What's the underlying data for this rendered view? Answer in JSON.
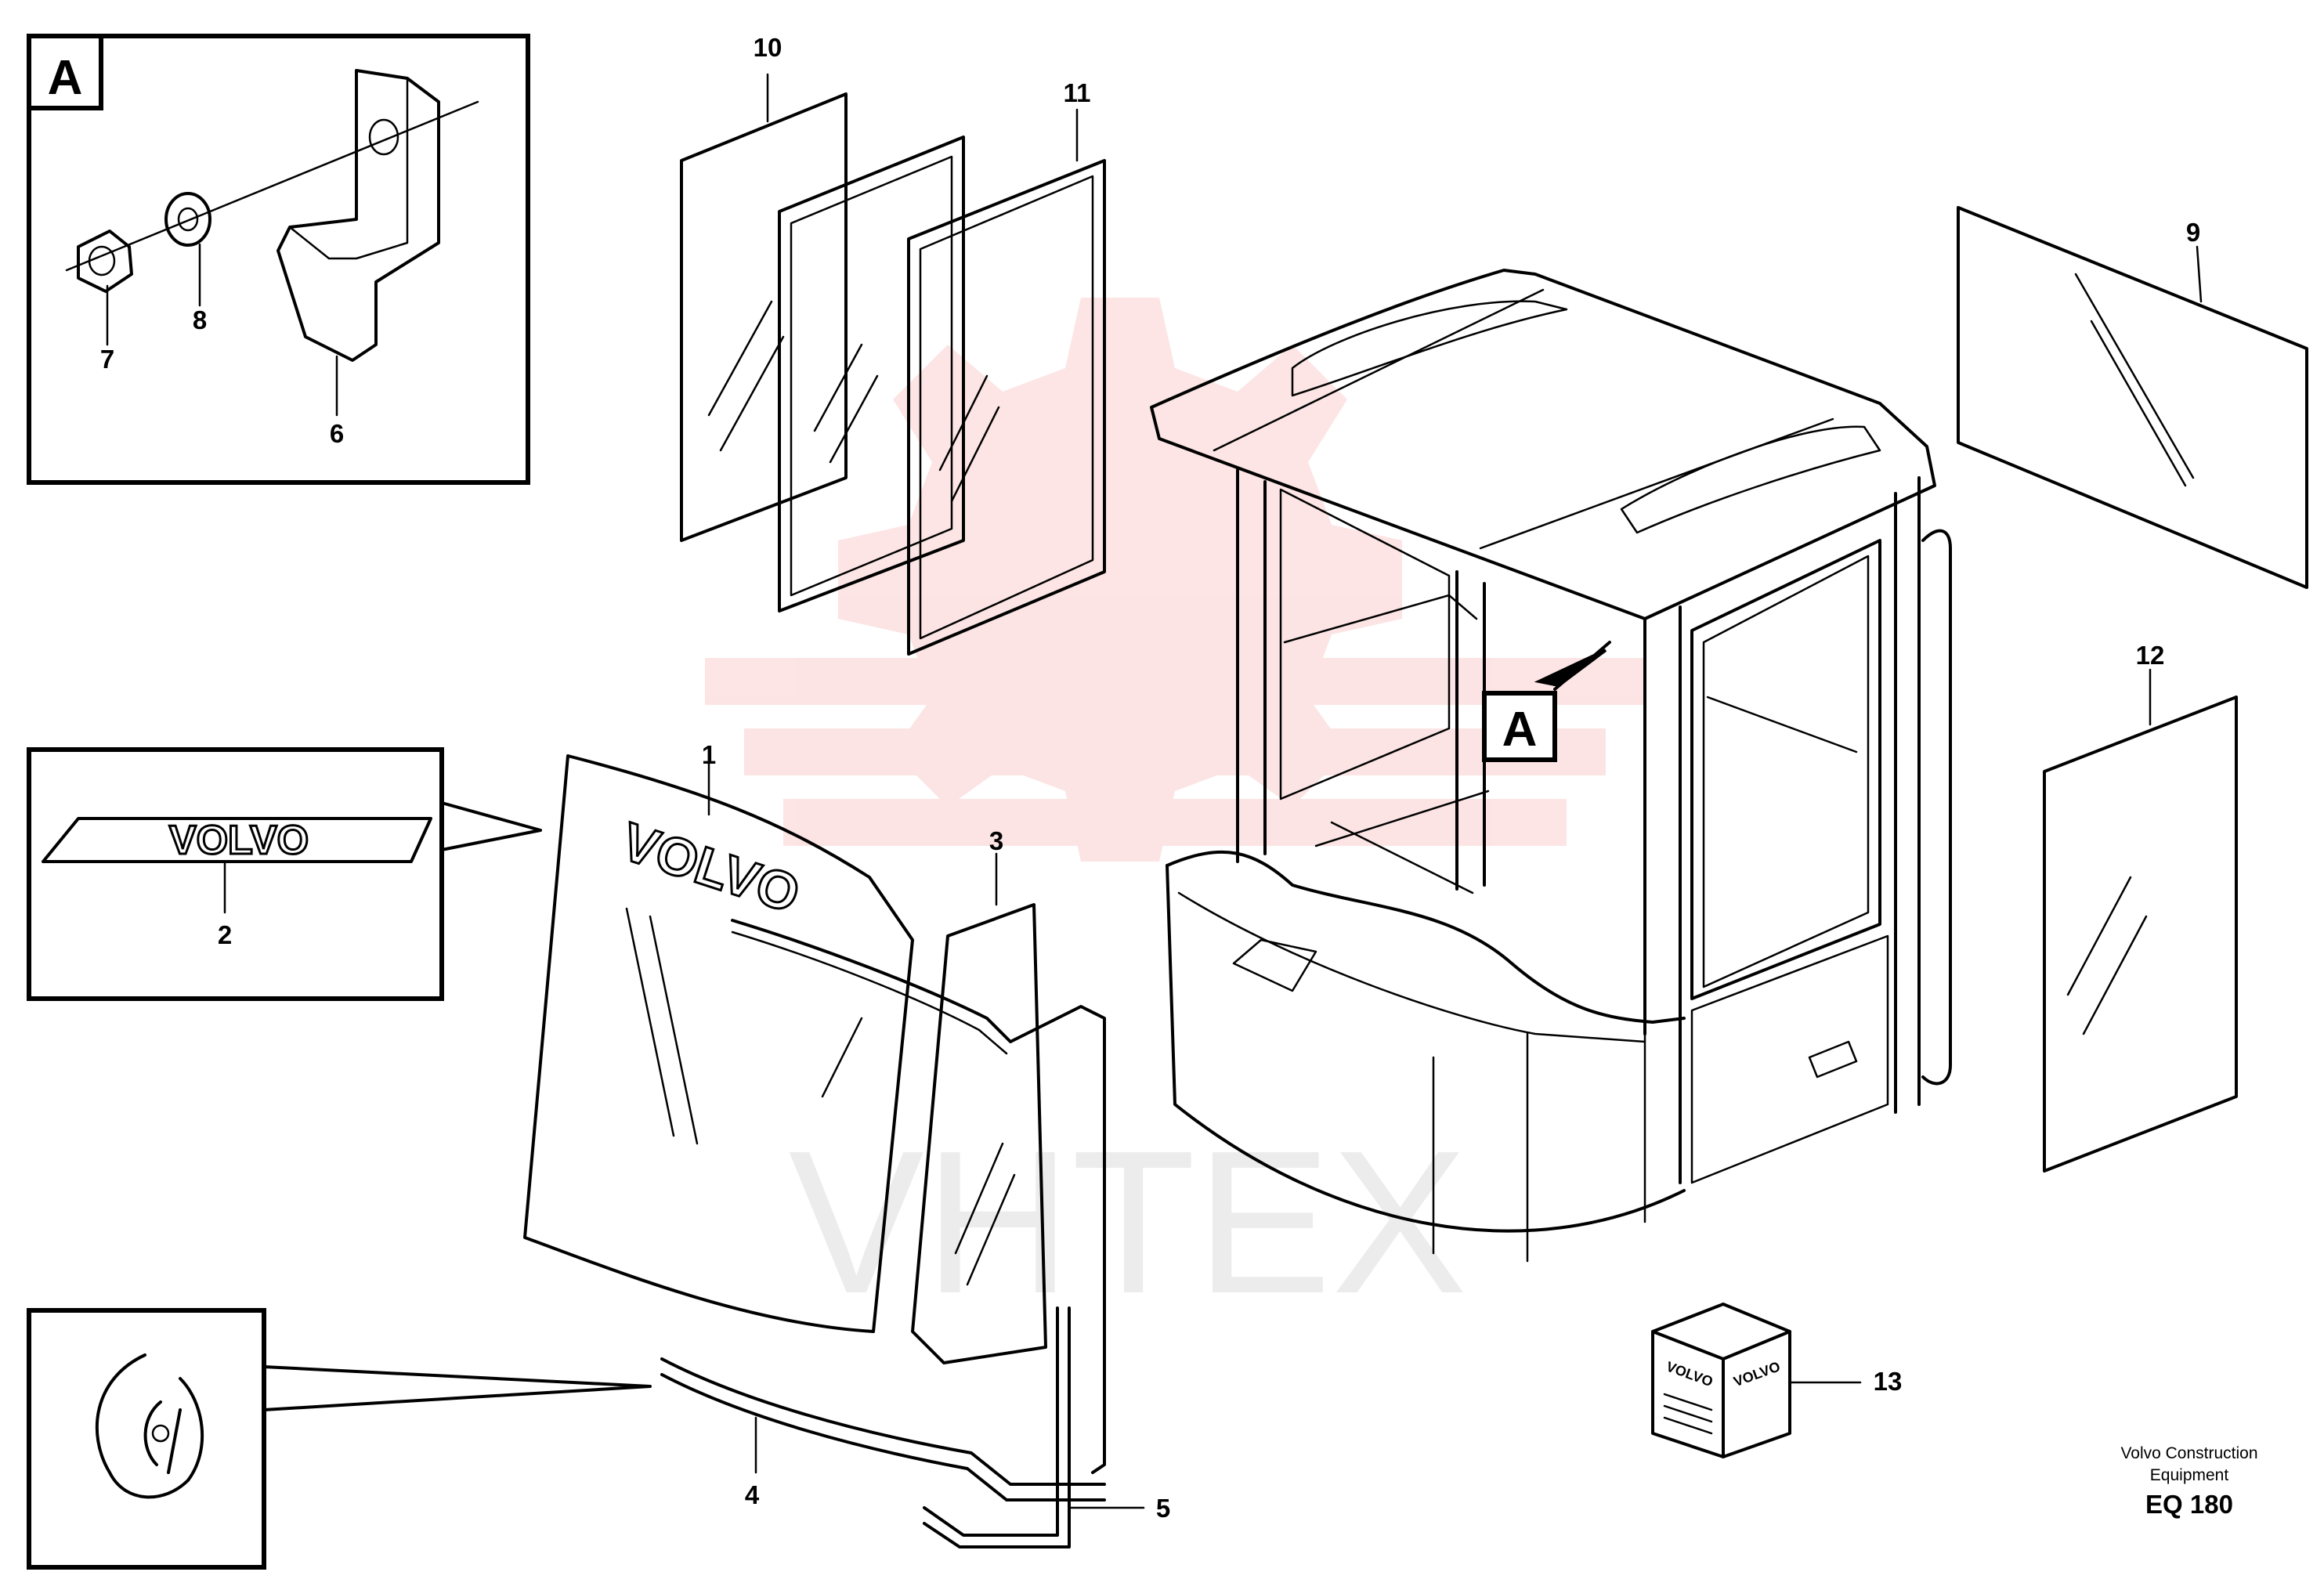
{
  "diagram": {
    "parts": [
      {
        "id": "p1",
        "label": "1"
      },
      {
        "id": "p2",
        "label": "2"
      },
      {
        "id": "p3",
        "label": "3"
      },
      {
        "id": "p4",
        "label": "4"
      },
      {
        "id": "p5",
        "label": "5"
      },
      {
        "id": "p6",
        "label": "6"
      },
      {
        "id": "p7",
        "label": "7"
      },
      {
        "id": "p8",
        "label": "8"
      },
      {
        "id": "p9",
        "label": "9"
      },
      {
        "id": "p10",
        "label": "10"
      },
      {
        "id": "p11",
        "label": "11"
      },
      {
        "id": "p12",
        "label": "12"
      },
      {
        "id": "p13",
        "label": "13"
      }
    ],
    "detail_label": "A",
    "cab_detail_label": "A",
    "decal_text": "VOLVO",
    "windshield_text": "VOLVO",
    "box_text_left": "VOLVO",
    "box_text_right": "VOLVO",
    "watermark": "VHTEX",
    "footer": {
      "line1": "Volvo Construction",
      "line2": "Equipment",
      "code": "EQ 180"
    },
    "colors": {
      "line": "#000000",
      "watermark": "#e8342f"
    }
  }
}
